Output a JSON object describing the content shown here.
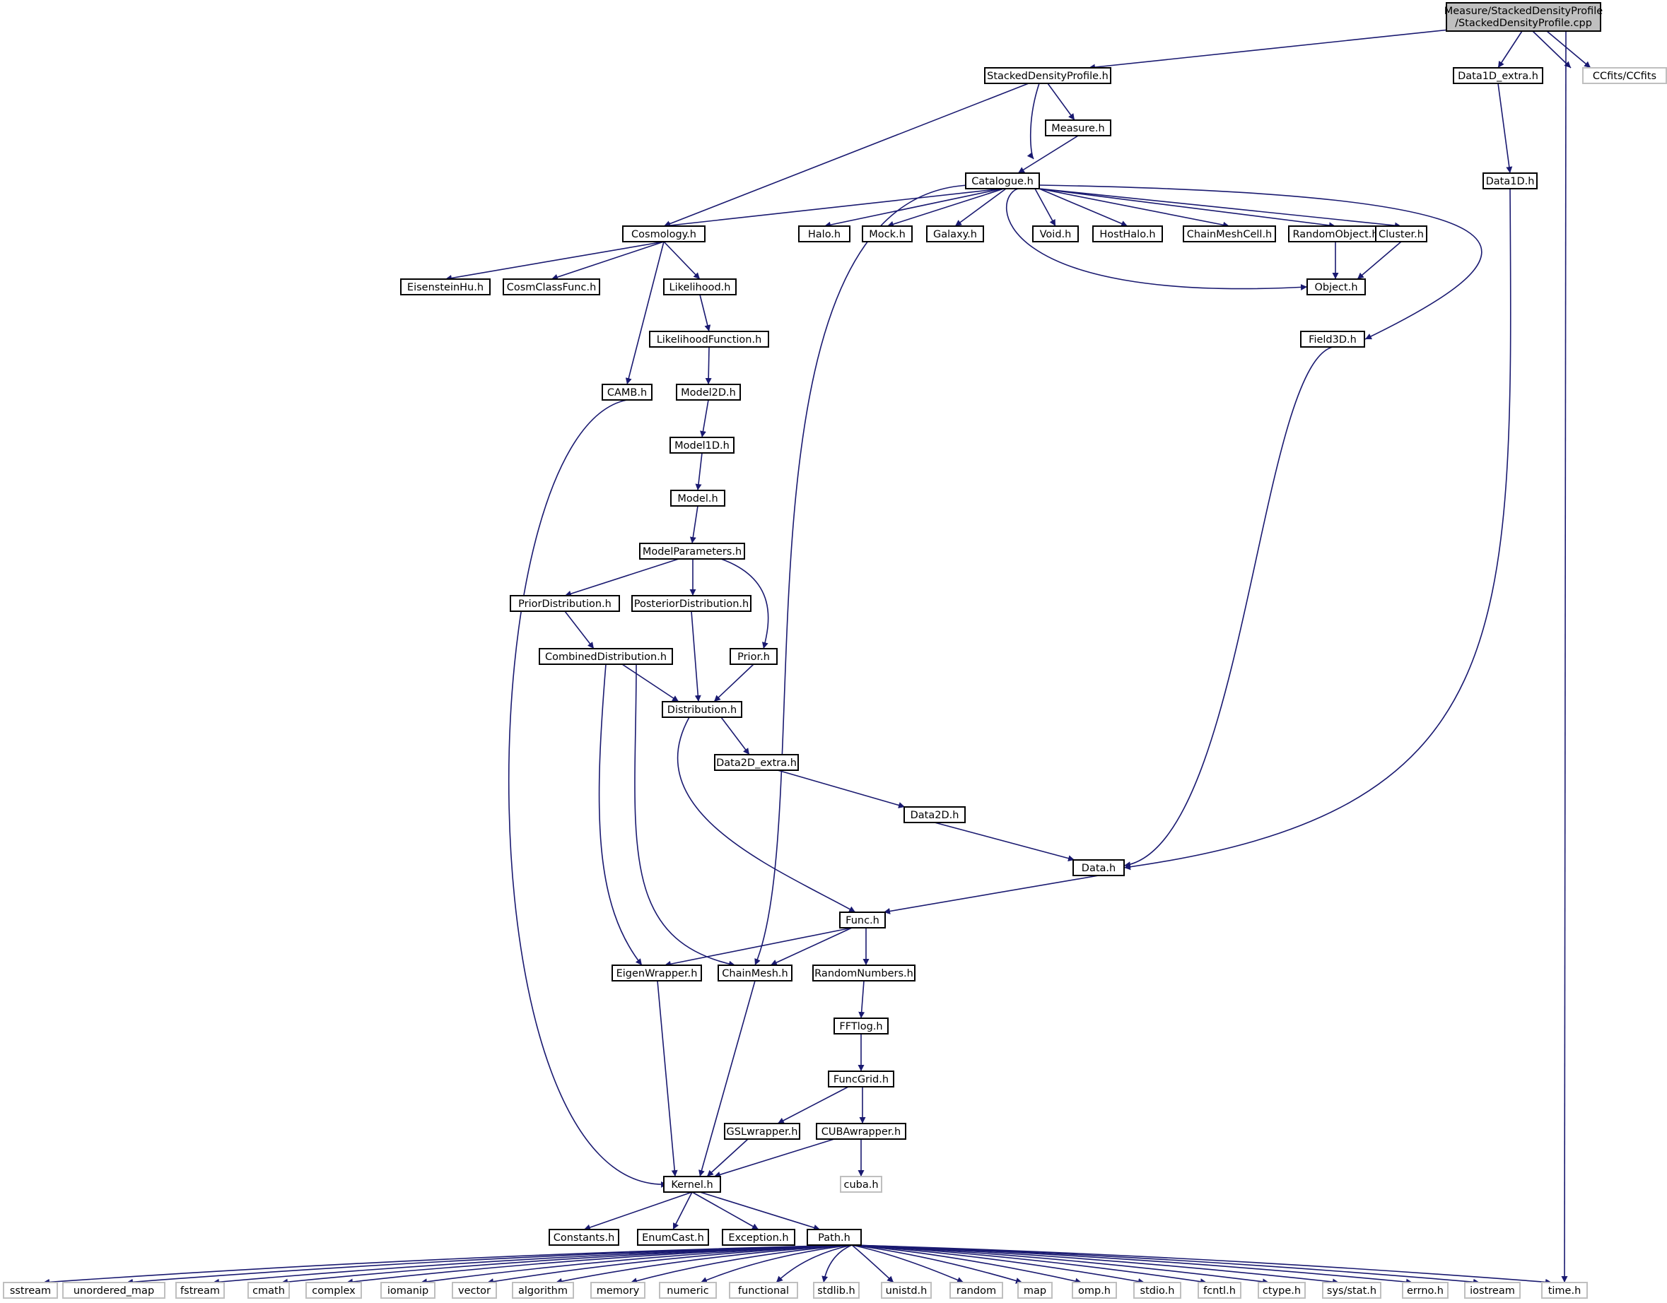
{
  "colors": {
    "edge": "#191970",
    "node_border": "#000000",
    "node_fill": "#ffffff",
    "external_border": "#bfbfbf",
    "root_fill": "#bfbfbf"
  },
  "root": {
    "line1": "Measure/StackedDensityProfile",
    "line2": "/StackedDensityProfile.cpp"
  },
  "nodes": {
    "ccfits": "CCfits/CCfits",
    "stacked_h": "StackedDensityProfile.h",
    "data1d_extra": "Data1D_extra.h",
    "measure": "Measure.h",
    "catalogue": "Catalogue.h",
    "data1d": "Data1D.h",
    "cosmology": "Cosmology.h",
    "halo": "Halo.h",
    "mock": "Mock.h",
    "galaxy": "Galaxy.h",
    "void": "Void.h",
    "hosthalo": "HostHalo.h",
    "chainmeshcell": "ChainMeshCell.h",
    "randomobject": "RandomObject.h",
    "cluster": "Cluster.h",
    "eisensteinhu": "EisensteinHu.h",
    "cosmclassfunc": "CosmClassFunc.h",
    "likelihood": "Likelihood.h",
    "object": "Object.h",
    "likelihoodfunction": "LikelihoodFunction.h",
    "field3d": "Field3D.h",
    "camb": "CAMB.h",
    "model2d": "Model2D.h",
    "model1d": "Model1D.h",
    "model": "Model.h",
    "modelparameters": "ModelParameters.h",
    "priordist": "PriorDistribution.h",
    "posteriordist": "PosteriorDistribution.h",
    "combineddist": "CombinedDistribution.h",
    "prior": "Prior.h",
    "distribution": "Distribution.h",
    "data2d_extra": "Data2D_extra.h",
    "data2d": "Data2D.h",
    "data": "Data.h",
    "func": "Func.h",
    "eigenwrapper": "EigenWrapper.h",
    "chainmesh": "ChainMesh.h",
    "randomnumbers": "RandomNumbers.h",
    "fftlog": "FFTlog.h",
    "funcgrid": "FuncGrid.h",
    "gslwrapper": "GSLwrapper.h",
    "cubawrapper": "CUBAwrapper.h",
    "cuba": "cuba.h",
    "kernel": "Kernel.h",
    "constants": "Constants.h",
    "enumcast": "EnumCast.h",
    "exception": "Exception.h",
    "path": "Path.h",
    "sstream": "sstream",
    "unordered_map": "unordered_map",
    "fstream": "fstream",
    "cmath": "cmath",
    "complex": "complex",
    "iomanip": "iomanip",
    "vector": "vector",
    "algorithm": "algorithm",
    "memory": "memory",
    "numeric": "numeric",
    "functional": "functional",
    "stdlib": "stdlib.h",
    "unistd": "unistd.h",
    "random": "random",
    "map": "map",
    "omp": "omp.h",
    "stdio": "stdio.h",
    "fcntl": "fcntl.h",
    "ctype": "ctype.h",
    "sysstat": "sys/stat.h",
    "errno": "errno.h",
    "iostream": "iostream",
    "time": "time.h"
  }
}
